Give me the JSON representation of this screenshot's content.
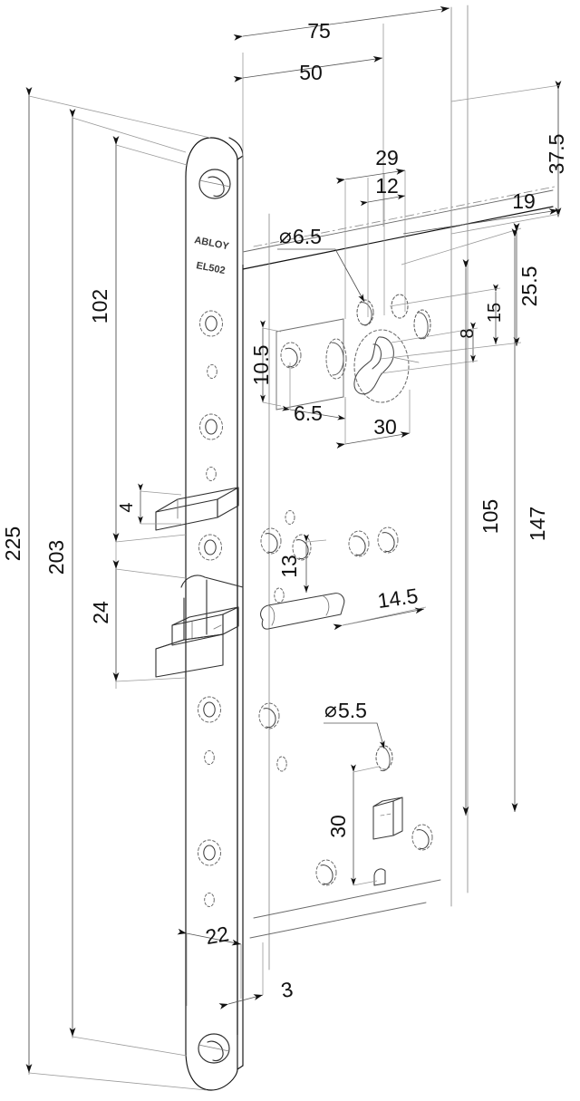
{
  "drawing": {
    "title": "ABLOY EL502 lock case dimensional drawing",
    "projection": "isometric",
    "units": "mm",
    "brand": {
      "name": "ABLOY",
      "model": "EL502"
    },
    "line_color": "#111111",
    "dim_line_color": "#555555",
    "hidden_line_color": "#8a8a8a",
    "background": "#ffffff"
  },
  "dimensions": {
    "top": [
      {
        "id": "d75",
        "label": "75"
      },
      {
        "id": "d50",
        "label": "50"
      },
      {
        "id": "d37_5",
        "label": "37.5"
      }
    ],
    "left_vertical": [
      {
        "id": "d225",
        "label": "225"
      },
      {
        "id": "d203",
        "label": "203"
      },
      {
        "id": "d102",
        "label": "102"
      },
      {
        "id": "d4",
        "label": "4"
      },
      {
        "id": "d24",
        "label": "24"
      }
    ],
    "right_vertical": [
      {
        "id": "d147",
        "label": "147"
      },
      {
        "id": "d105",
        "label": "105"
      },
      {
        "id": "d25_5",
        "label": "25.5"
      },
      {
        "id": "d15",
        "label": "15"
      },
      {
        "id": "d8",
        "label": "8"
      },
      {
        "id": "d19",
        "label": "19"
      }
    ],
    "centre_block": [
      {
        "id": "d29",
        "label": "29"
      },
      {
        "id": "d12",
        "label": "12"
      },
      {
        "id": "d10_5",
        "label": "10.5"
      },
      {
        "id": "d6_5",
        "label": "6.5"
      },
      {
        "id": "d30c",
        "label": "30"
      }
    ],
    "lower": [
      {
        "id": "d13",
        "label": "13"
      },
      {
        "id": "d14_5",
        "label": "14.5"
      },
      {
        "id": "d30b",
        "label": "30"
      },
      {
        "id": "d22",
        "label": "22"
      },
      {
        "id": "d3",
        "label": "3"
      }
    ],
    "diameter_callouts": [
      {
        "id": "dia6_5",
        "label": "6.5",
        "symbol": "⌀"
      },
      {
        "id": "dia5_5",
        "label": "5.5",
        "symbol": "⌀"
      }
    ]
  }
}
